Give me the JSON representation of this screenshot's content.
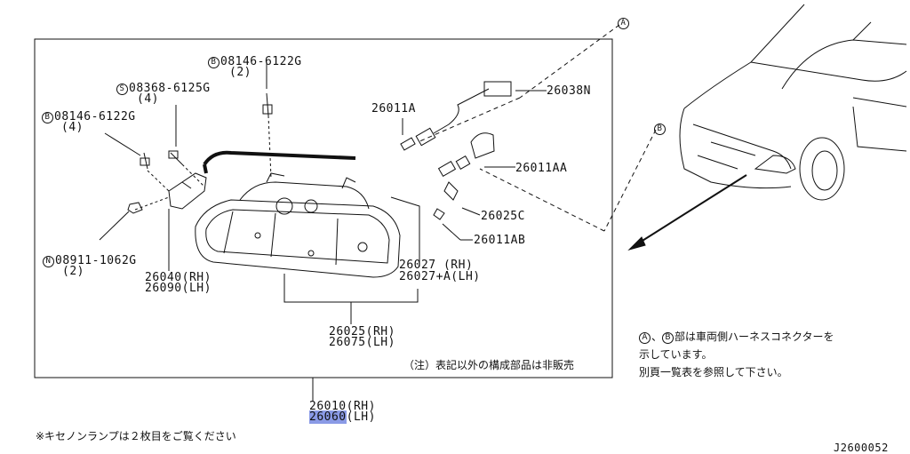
{
  "callouts": {
    "bolt_top": {
      "symbol": "B",
      "part": "08146-6122G",
      "qty": "(2)"
    },
    "screw": {
      "symbol": "S",
      "part": "08368-6125G",
      "qty": "(4)"
    },
    "bolt_left": {
      "symbol": "B",
      "part": "08146-6122G",
      "qty": "(4)"
    },
    "nut": {
      "symbol": "N",
      "part": "08911-1062G",
      "qty": "(2)"
    }
  },
  "parts": {
    "p26011a": "26011A",
    "p26038n": "26038N",
    "p26011aa": "26011AA",
    "p26025c": "26025C",
    "p26011ab": "26011AB",
    "p26040_rh": "26040(RH)",
    "p26090_lh": "26090(LH)",
    "p26027_rh": "26027    (RH)",
    "p26027a_lh": "26027+A(LH)",
    "p26025_rh": "26025(RH)",
    "p26075_lh": "26075(LH)",
    "p26010_rh": "26010(RH)",
    "p26060_code": "26060",
    "p26060_side": "(LH)"
  },
  "connectors": {
    "a": "A",
    "b": "B"
  },
  "notes": {
    "not_sold": "（注）表記以外の構成部品は非販売",
    "harness_line1_mid": "、",
    "harness_line1_end": "部は車両側ハーネスコネクターを",
    "harness_line2": "示しています。",
    "harness_line3": "別頁一覧表を参照して下さい。",
    "xenon": "※キセノンランプは２枚目をご覧ください"
  },
  "diagram_id": "J2600052",
  "colors": {
    "highlight": "#8a9ae6",
    "line": "#111111"
  }
}
